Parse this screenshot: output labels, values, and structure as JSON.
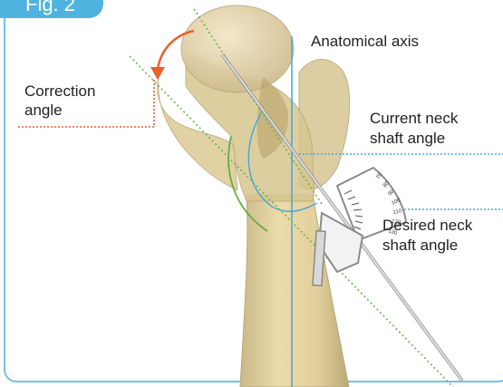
{
  "figure": {
    "label": "Fig. 2"
  },
  "annotations": {
    "anatomical_axis": "Anatomical axis",
    "correction_angle_line1": "Correction",
    "correction_angle_line2": "angle",
    "current_neck_line1": "Current neck",
    "current_neck_line2": "shaft angle",
    "desired_neck_line1": "Desired neck",
    "desired_neck_line2": "shaft angle"
  },
  "protractor": {
    "ticks": [
      "70",
      "80",
      "90",
      "100",
      "110",
      "120",
      "130"
    ]
  },
  "colors": {
    "frame": "#6fc3e6",
    "bone": "#e8d7a6",
    "axis_line": "#4aa8d8",
    "guide_line": "#6cb24a",
    "correction_arrow": "#e8602c",
    "reference_dotted": "#e8602c",
    "neck_dotted": "#4aa8d8"
  }
}
